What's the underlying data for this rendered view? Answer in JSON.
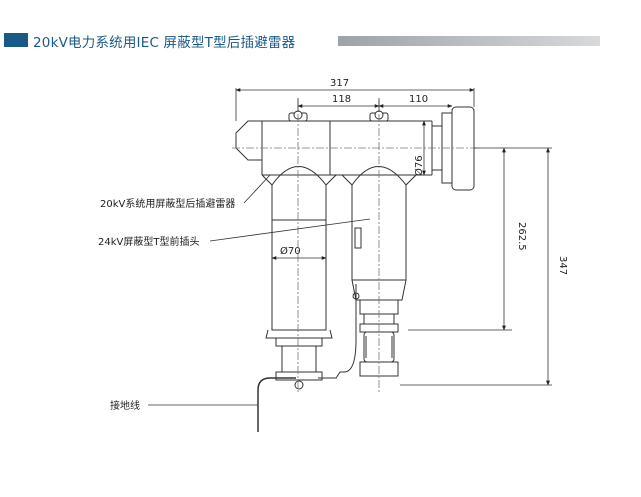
{
  "header": {
    "title": "20kV电力系统用IEC 屏蔽型T型后插避雷器",
    "accent_color": "#1a5a86",
    "bar_color": "#b9bcbf"
  },
  "dimensions": {
    "total_width": "317",
    "left_span": "118",
    "right_span": "110",
    "bushing_diameter": "Ø76",
    "body_diameter": "Ø70",
    "height_upper": "262.5",
    "height_total": "347"
  },
  "labels": {
    "arrester": "20kV系统用屏蔽型后插避雷器",
    "connector": "24kV屏蔽型T型前插头",
    "ground_wire": "接地线"
  }
}
